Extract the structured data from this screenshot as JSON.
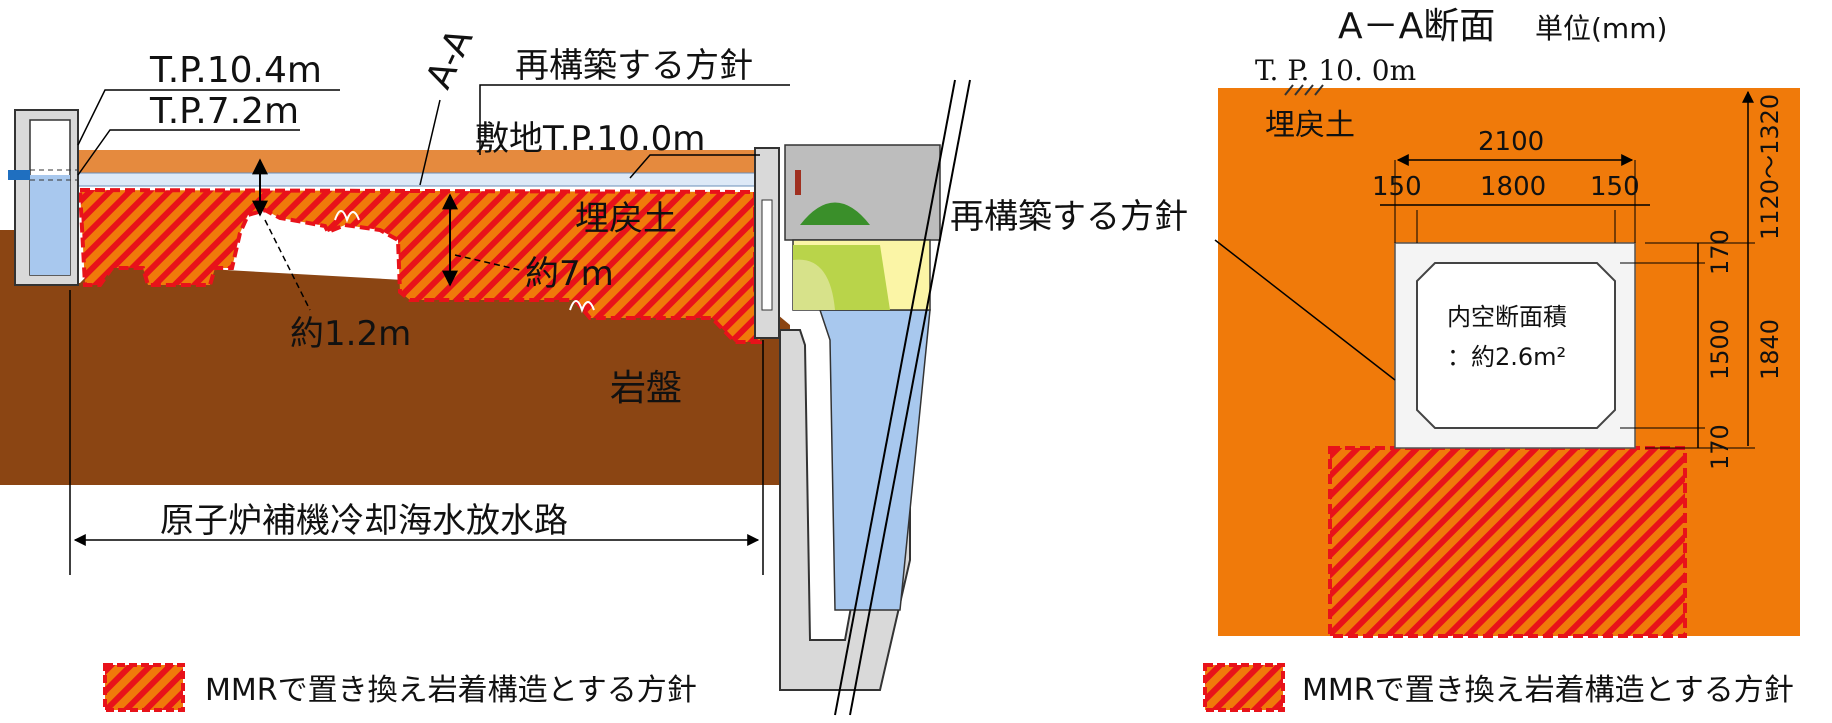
{
  "section_view": {
    "label_tp_10_4": "T.P.10.4m",
    "label_tp_7_2": "T.P.7.2m",
    "label_aa": "A-A",
    "label_policy": "再構築する方針",
    "label_site": "敷地T.P.10.0m",
    "label_backfill": "埋戻土",
    "label_about_7m": "約7m",
    "label_about_1_2m": "約1.2m",
    "label_bedrock": "岩盤",
    "label_channel": "原子炉補機冷却海水放水路",
    "legend_text": "MMRで置き換え岩着構造とする方針"
  },
  "cross_section": {
    "title": "A－A断面",
    "unit": "単位(mm)",
    "label_tp": "T. P. 10. 0m",
    "label_backfill": "埋戻土",
    "label_policy": "再構築する方針",
    "dim_total_width": "2100",
    "dim_left_wall": "150",
    "dim_inner_width": "1800",
    "dim_right_wall": "150",
    "dim_top_slab": "170",
    "dim_inner_height": "1500",
    "dim_bottom_slab": "170",
    "dim_outer_height": "1840",
    "dim_cover": "1120～1320",
    "inner_area_label": "内空断面積",
    "inner_area_value": "：約2.6m²",
    "legend_text": "MMRで置き換え岩着構造とする方針"
  },
  "colors": {
    "backfill_orange": "#f07a0a",
    "bedrock_brown": "#8b4513",
    "mmr_red": "#e8121a",
    "water_blue": "#a8c8ee",
    "concrete_gray": "#d9d9d9"
  }
}
